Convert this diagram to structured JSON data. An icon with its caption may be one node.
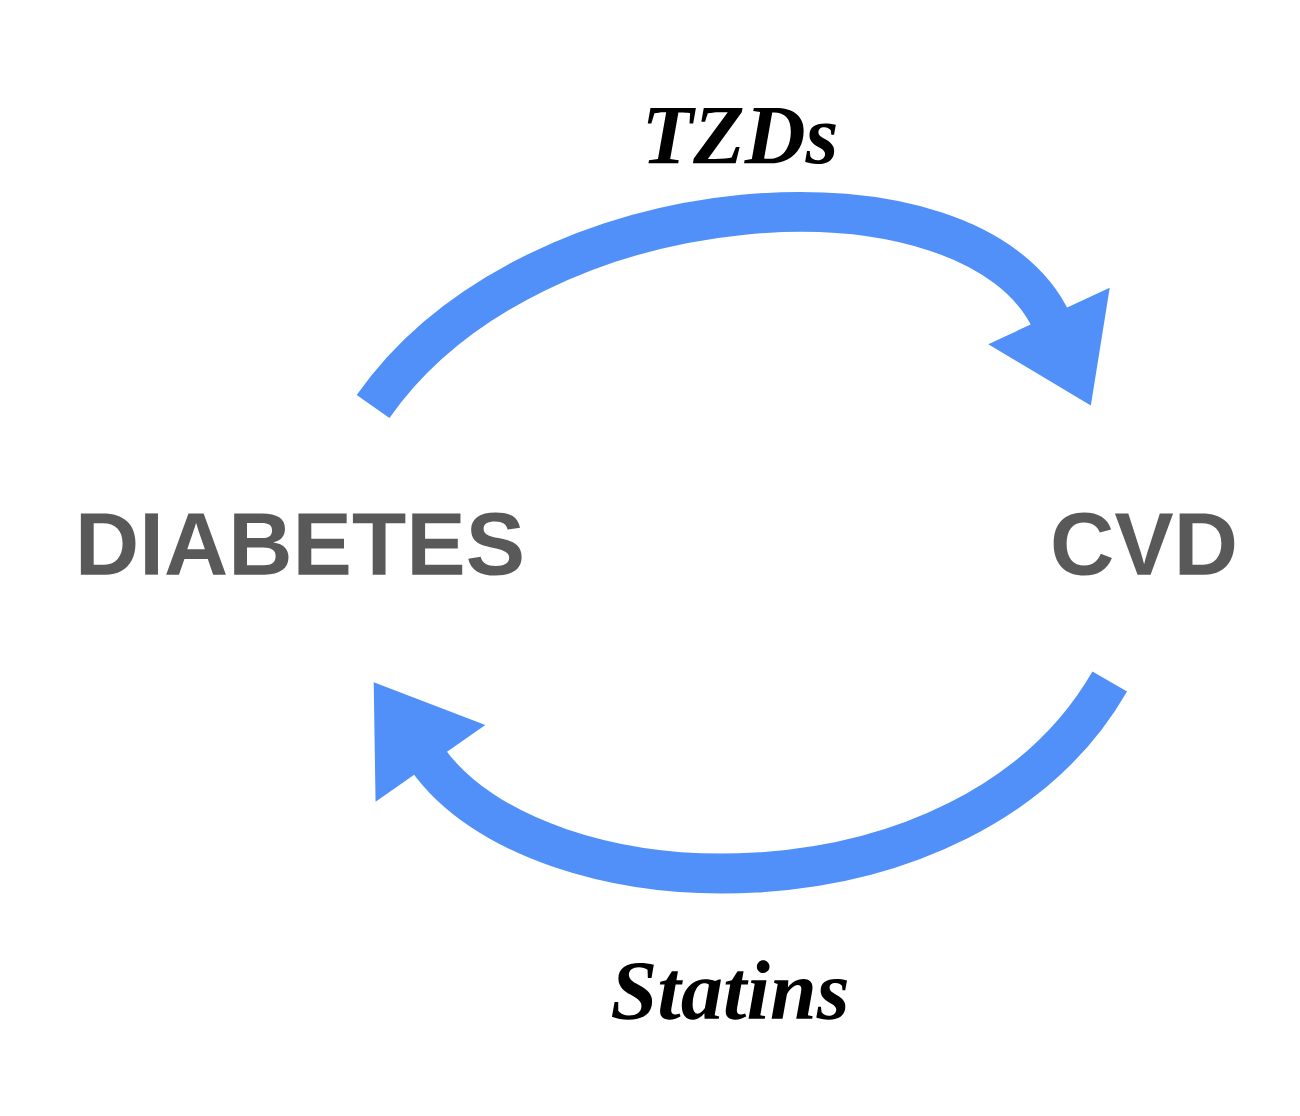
{
  "diagram": {
    "nodes": [
      {
        "text": [
          "DIABETES"
        ]
      },
      {
        "text": [
          "CVD"
        ]
      }
    ],
    "edges": [
      {
        "from": 0,
        "to": 1,
        "arrow": "to",
        "label": "TZDs"
      },
      {
        "from": 1,
        "to": 0,
        "arrow": "to",
        "label": "Statins"
      }
    ]
  }
}
